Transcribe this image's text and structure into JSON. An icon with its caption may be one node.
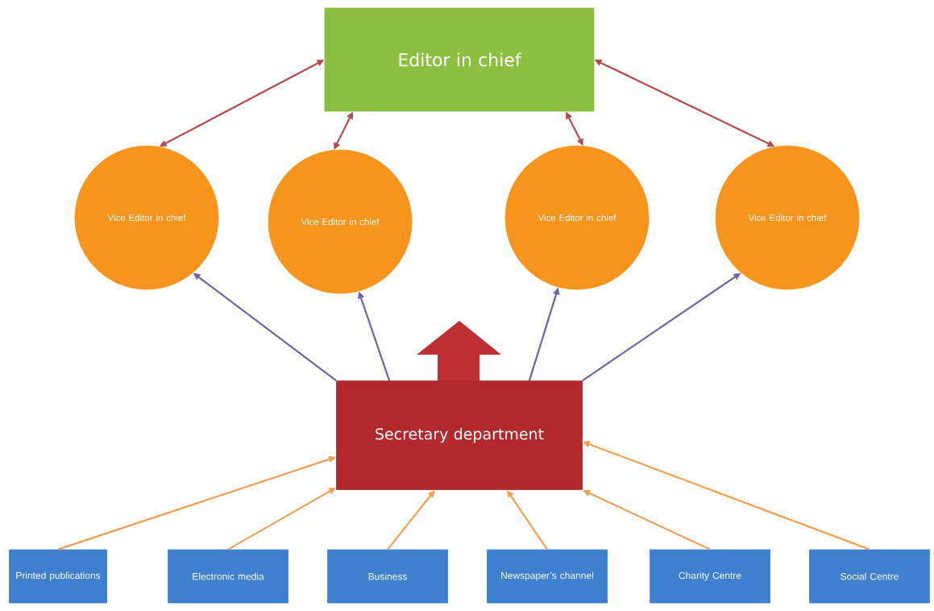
{
  "diagram": {
    "nodes": [
      {
        "text": [
          "Editor in chief"
        ]
      },
      {
        "text": [
          "Vice Editor in chief"
        ]
      },
      {
        "text": [
          "Vice Editor in chief"
        ]
      },
      {
        "text": [
          "Vice Editor in chief"
        ]
      },
      {
        "text": [
          "Vice Editor in chief"
        ]
      },
      {
        "text": [
          "Secretary department"
        ]
      },
      {
        "text": [
          "Printed publications"
        ]
      },
      {
        "text": [
          "Electronic media"
        ]
      },
      {
        "text": [
          "Business"
        ]
      },
      {
        "text": [
          "Newspaper’s channel"
        ]
      },
      {
        "text": [
          "Charity Centre"
        ]
      },
      {
        "text": [
          "Social Centre"
        ]
      }
    ],
    "edges": [
      {
        "from": 0,
        "to": 1,
        "arrow": "both",
        "color": "#b24a4f"
      },
      {
        "from": 0,
        "to": 2,
        "arrow": "both",
        "color": "#b24a4f"
      },
      {
        "from": 0,
        "to": 3,
        "arrow": "both",
        "color": "#b24a4f"
      },
      {
        "from": 0,
        "to": 4,
        "arrow": "both",
        "color": "#b24a4f"
      },
      {
        "from": 5,
        "to": 1,
        "arrow": "to",
        "color": "#7462a8"
      },
      {
        "from": 5,
        "to": 2,
        "arrow": "to",
        "color": "#7462a8"
      },
      {
        "from": 5,
        "to": 3,
        "arrow": "to",
        "color": "#7462a8"
      },
      {
        "from": 5,
        "to": 4,
        "arrow": "to",
        "color": "#7462a8"
      },
      {
        "from": 6,
        "to": 5,
        "arrow": "to"
      },
      {
        "from": 7,
        "to": 5,
        "arrow": "to"
      },
      {
        "from": 8,
        "to": 5,
        "arrow": "to"
      },
      {
        "from": 9,
        "to": 5,
        "arrow": "to"
      },
      {
        "from": 10,
        "to": 5,
        "arrow": "to"
      },
      {
        "from": 11,
        "to": 5,
        "arrow": "to"
      }
    ]
  }
}
